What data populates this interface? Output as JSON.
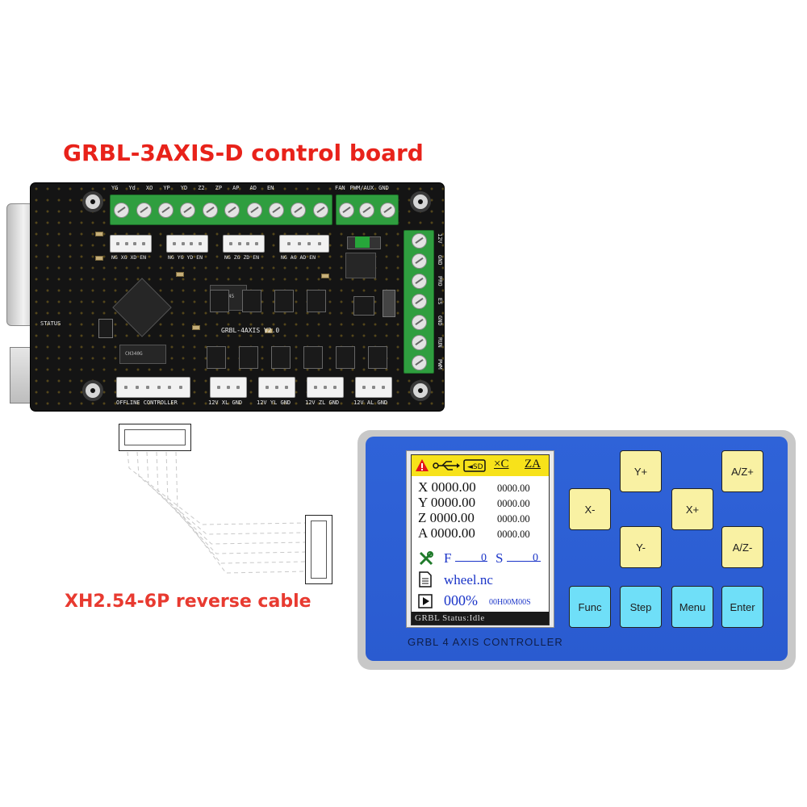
{
  "board_title": "GRBL-3AXIS-D control board",
  "cable_label": "XH2.54-6P reverse cable",
  "pcb": {
    "top_pins": [
      "YG",
      "Yd",
      "XO",
      "YP",
      "YD",
      "Z2",
      "ZP",
      "AP",
      "AD",
      "EN"
    ],
    "top_right_pins": [
      "FAN",
      "PWM/AUX",
      "GND"
    ],
    "side_pins": [
      "12V",
      "GND",
      "PRO",
      "ES",
      "GND",
      "RUN",
      "PWM"
    ],
    "mid_labels": [
      "NG XG XD EN",
      "NG YG YD EN",
      "NG ZG ZD EN",
      "NG AG AD EN"
    ],
    "bottom_labels": [
      "OFFLINE CONTROLLER",
      "12V XL GND",
      "12V YL GND",
      "12V ZL GND",
      "12V AL GND"
    ],
    "status_label": "STATUS",
    "board_name": "GRBL-4AXIS V2.0",
    "chip1": "CH340G",
    "chip2": "74HC245"
  },
  "controller": {
    "lcd": {
      "x_label": "X",
      "x_value": "0000.00",
      "x_sub": "0000.00",
      "y_label": "Y",
      "y_value": "0000.00",
      "y_sub": "0000.00",
      "z_label": "Z",
      "z_value": "0000.00",
      "z_sub": "0000.00",
      "a_label": "A",
      "a_value": "0000.00",
      "a_sub": "0000.00",
      "f_label": "F",
      "f_value": "0",
      "s_label": "S",
      "s_value": "0",
      "file": "wheel.nc",
      "progress": "000%",
      "time": "00H00M00S",
      "top_icons": [
        "warning-icon",
        "usb-icon",
        "sd-card-icon",
        "xc-indicator",
        "za-indicator"
      ],
      "top_xc": "×C",
      "top_za": "ZA",
      "status": "GRBL Status:Idle"
    },
    "keys": {
      "y_plus": "Y+",
      "x_minus": "X-",
      "x_plus": "X+",
      "y_minus": "Y-",
      "az_plus": "A/Z+",
      "az_minus": "A/Z-",
      "func": "Func",
      "step": "Step",
      "menu": "Menu",
      "enter": "Enter"
    },
    "model": "GRBL 4 AXIS CONTROLLER"
  },
  "colors": {
    "title_red": "#e8221a",
    "controller_blue": "#2f63d8",
    "key_yellow": "#f9f1a3",
    "key_cyan": "#6fdff8",
    "lcd_header_yellow": "#f7e21a"
  }
}
